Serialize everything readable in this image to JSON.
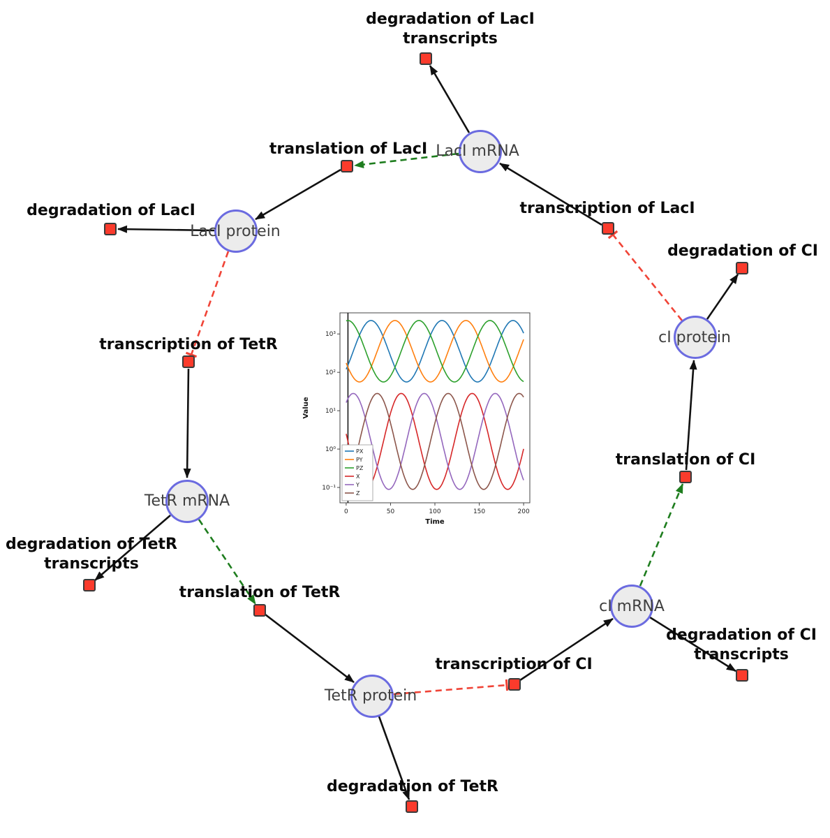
{
  "diagram": {
    "species": {
      "laci_mrna": {
        "label": "LacI mRNA"
      },
      "laci_protein": {
        "label": "LacI protein"
      },
      "tetr_mrna": {
        "label": "TetR mRNA"
      },
      "tetr_protein": {
        "label": "TetR protein"
      },
      "ci_mrna": {
        "label": "cI mRNA"
      },
      "ci_protein": {
        "label": "cI protein"
      }
    },
    "reactions": {
      "degradation_of_laci_transcripts": {
        "label": "degradation of LacI\ntranscripts"
      },
      "translation_of_laci": {
        "label": "translation of LacI"
      },
      "degradation_of_laci": {
        "label": "degradation of LacI"
      },
      "transcription_of_laci": {
        "label": "transcription of LacI"
      },
      "degradation_of_ci": {
        "label": "degradation of CI"
      },
      "transcription_of_tetr": {
        "label": "transcription of TetR"
      },
      "degradation_of_tetr_transcripts": {
        "label": "degradation of TetR\ntranscripts"
      },
      "translation_of_tetr": {
        "label": "translation of TetR"
      },
      "translation_of_ci": {
        "label": "translation of CI"
      },
      "transcription_of_ci": {
        "label": "transcription of CI"
      },
      "degradation_of_ci_transcripts": {
        "label": "degradation of CI\ntranscripts"
      },
      "degradation_of_tetr": {
        "label": "degradation of TetR"
      }
    },
    "colors": {
      "species_fill": "#ececec",
      "species_border": "#6b6be0",
      "reaction_fill": "#fb3b2c",
      "reaction_border": "#3a3a3a",
      "edge": "#111111",
      "modifier_edge": "#1e7d1e",
      "inhibition_edge": "#f04437"
    }
  },
  "chart_data": {
    "type": "line",
    "title": "",
    "xlabel": "Time",
    "ylabel": "Value",
    "x_ticks": [
      0,
      50,
      100,
      150,
      200
    ],
    "xlim": [
      0,
      200
    ],
    "y_scale": "log",
    "ylim_log10": [
      -1.4,
      3.55
    ],
    "y_ticks": [
      {
        "log10": -1,
        "label": "10⁻¹"
      },
      {
        "log10": 0,
        "label": "10⁰"
      },
      {
        "log10": 1,
        "label": "10¹"
      },
      {
        "log10": 2,
        "label": "10²"
      },
      {
        "log10": 3,
        "label": "10³"
      }
    ],
    "legend_position": "lower left",
    "initial_transient_t": 2,
    "series": [
      {
        "name": "PX",
        "color": "#1f77b4",
        "log10_mean": 2.55,
        "log10_amplitude": 0.8,
        "period": 80,
        "peak_time": 28
      },
      {
        "name": "PY",
        "color": "#ff7f0e",
        "log10_mean": 2.55,
        "log10_amplitude": 0.8,
        "period": 80,
        "peak_time": 55
      },
      {
        "name": "PZ",
        "color": "#2ca02c",
        "log10_mean": 2.55,
        "log10_amplitude": 0.8,
        "period": 80,
        "peak_time": 82
      },
      {
        "name": "X",
        "color": "#d62728",
        "log10_mean": 0.2,
        "log10_amplitude": 1.25,
        "period": 80,
        "peak_time": 62
      },
      {
        "name": "Y",
        "color": "#9467bd",
        "log10_mean": 0.2,
        "log10_amplitude": 1.25,
        "period": 80,
        "peak_time": 88
      },
      {
        "name": "Z",
        "color": "#8c564b",
        "log10_mean": 0.2,
        "log10_amplitude": 1.25,
        "period": 80,
        "peak_time": 35
      }
    ]
  }
}
